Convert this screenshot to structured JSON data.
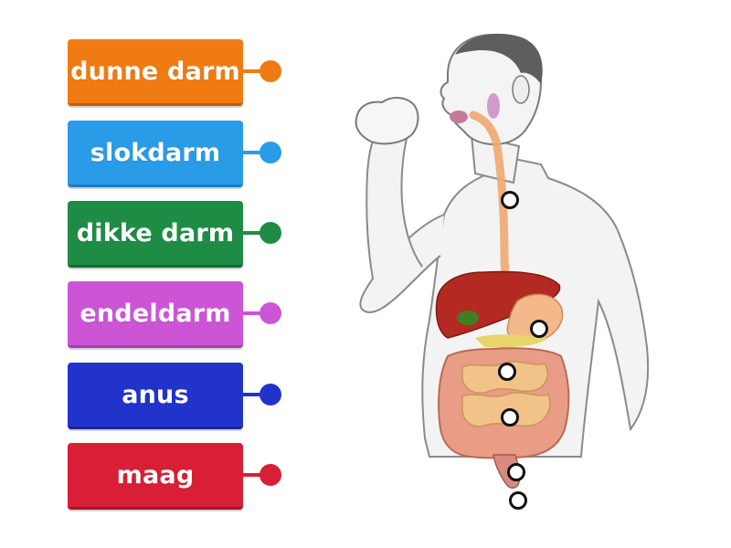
{
  "activity": {
    "labels": [
      {
        "text": "dunne darm",
        "color": "#f07b12",
        "dark": "#c45d06"
      },
      {
        "text": "slokdarm",
        "color": "#2a9be6",
        "dark": "#1c7bbf"
      },
      {
        "text": "dikke darm",
        "color": "#1e8c45",
        "dark": "#146b32"
      },
      {
        "text": "endeldarm",
        "color": "#cc55d6",
        "dark": "#a63db0"
      },
      {
        "text": "anus",
        "color": "#2233cc",
        "dark": "#18249e"
      },
      {
        "text": "maag",
        "color": "#d81f36",
        "dark": "#ab1528"
      }
    ]
  },
  "figure": {
    "icon": "digestive-system-illustration",
    "drop_targets": [
      {
        "name": "drop-target-chest"
      },
      {
        "name": "drop-target-stomach"
      },
      {
        "name": "drop-target-upper-intestine"
      },
      {
        "name": "drop-target-lower-intestine"
      },
      {
        "name": "drop-target-rectum"
      },
      {
        "name": "drop-target-anus"
      }
    ]
  }
}
